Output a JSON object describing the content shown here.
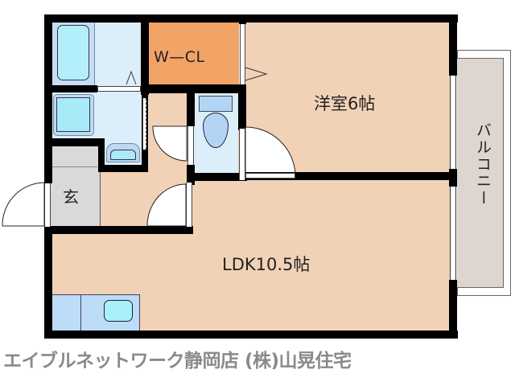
{
  "floor_plan": {
    "rooms": {
      "western_room": {
        "label": "洋室6帖",
        "type": "western-style room",
        "size_jo": 6
      },
      "ldk": {
        "label": "LDK10.5帖",
        "type": "living dining kitchen",
        "size_jo": 10.5
      },
      "walk_in_closet": {
        "label": "W—CL"
      },
      "entrance": {
        "label": "玄"
      },
      "balcony": {
        "label": "バルコニー"
      },
      "bathroom": {
        "label": ""
      },
      "washroom": {
        "label": ""
      },
      "toilet": {
        "label": ""
      }
    },
    "colors": {
      "room_floor": "#F2D2B6",
      "closet": "#F2A366",
      "wet_area": "#DDEEFB",
      "fixture": "#B9DDF7",
      "fixture_inner": "#A8EEFA",
      "entrance": "#D9D9D9",
      "balcony": "#DDD5CF",
      "wall": "#000000",
      "watermark": "#8A8A8A"
    }
  },
  "footer": {
    "watermark": "エイブルネットワーク静岡店 (株)山晃住宅"
  }
}
